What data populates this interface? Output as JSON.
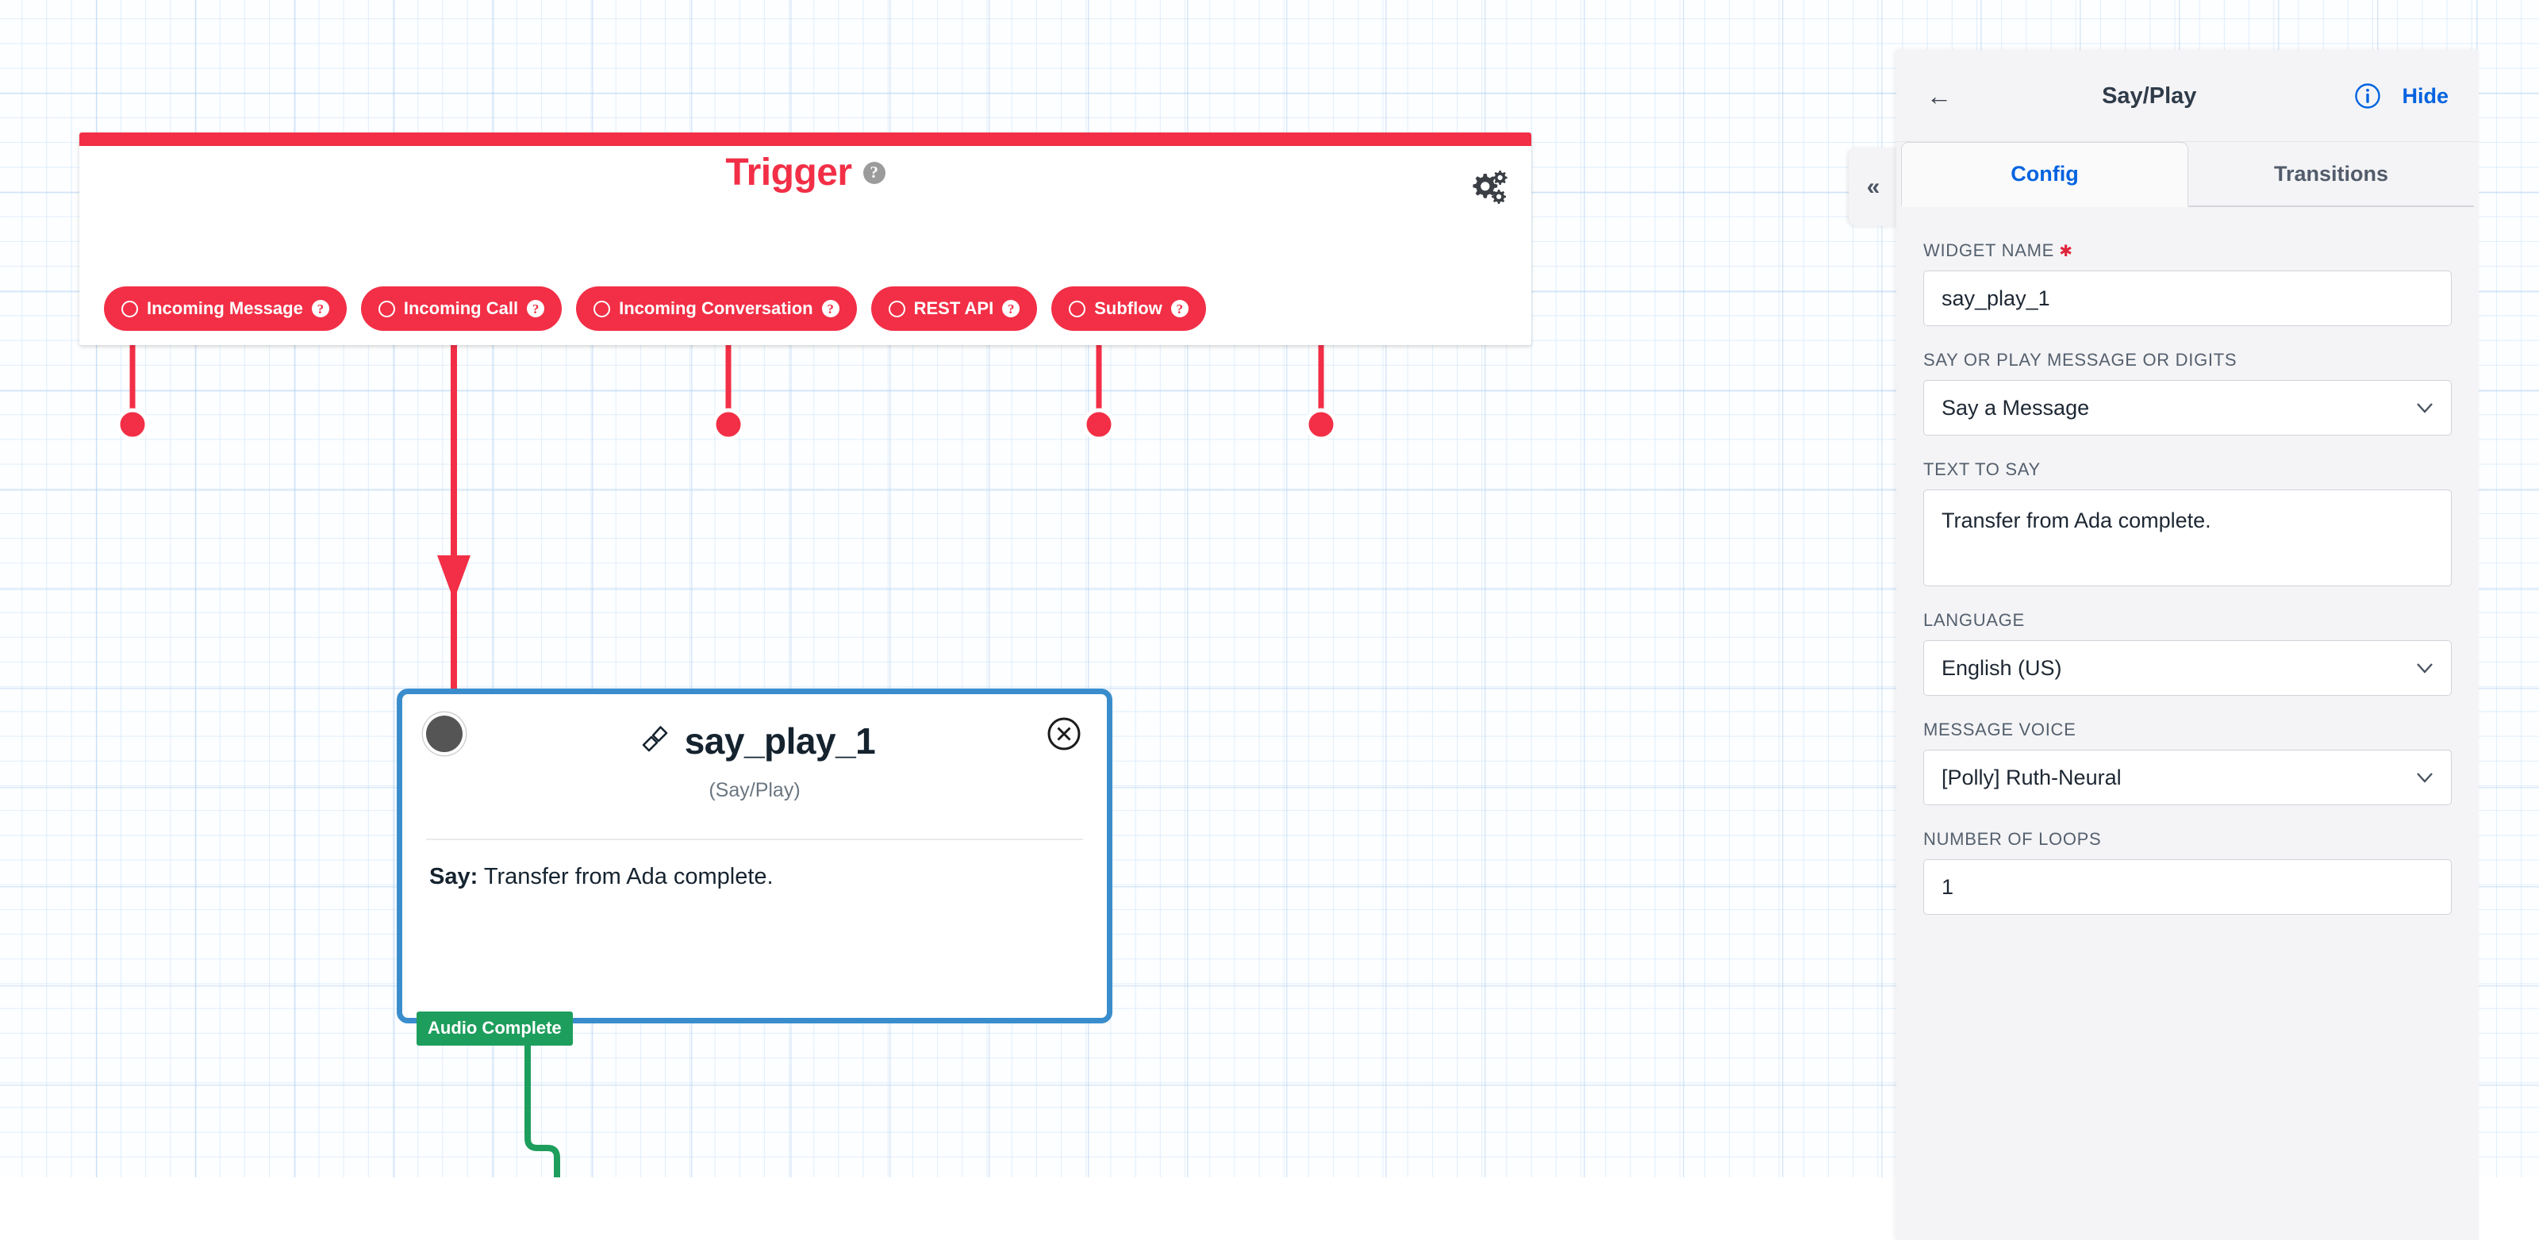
{
  "canvas": {
    "trigger_card": {
      "title": "Trigger",
      "help_glyph": "?",
      "settings_icon": "gears-icon",
      "pills": [
        {
          "label": "Incoming Message",
          "help": "?"
        },
        {
          "label": "Incoming Call",
          "help": "?"
        },
        {
          "label": "Incoming Conversation",
          "help": "?"
        },
        {
          "label": "REST API",
          "help": "?"
        },
        {
          "label": "Subflow",
          "help": "?"
        }
      ]
    },
    "widget_node": {
      "title": "say_play_1",
      "type_label": "(Say/Play)",
      "body_label": "Say:",
      "body_text": "Transfer from Ada complete.",
      "transition_label": "Audio Complete",
      "icon": "phone-handset-icon",
      "close_icon": "close-circle-icon"
    }
  },
  "panel": {
    "back_icon": "←",
    "title": "Say/Play",
    "info_icon": "info-circle-icon",
    "hide_label": "Hide",
    "collapse_icon": "«",
    "tabs": [
      {
        "label": "Config",
        "active": true
      },
      {
        "label": "Transitions",
        "active": false
      }
    ],
    "fields": [
      {
        "label": "WIDGET NAME",
        "required": true,
        "value": "say_play_1",
        "control": "input"
      },
      {
        "label": "SAY OR PLAY MESSAGE OR DIGITS",
        "required": false,
        "value": "Say a Message",
        "control": "select"
      },
      {
        "label": "TEXT TO SAY",
        "required": false,
        "value": "Transfer from Ada complete.",
        "control": "textarea"
      },
      {
        "label": "LANGUAGE",
        "required": false,
        "value": "English (US)",
        "control": "select"
      },
      {
        "label": "MESSAGE VOICE",
        "required": false,
        "value": "[Polly] Ruth-Neural",
        "control": "select"
      },
      {
        "label": "NUMBER OF LOOPS",
        "required": false,
        "value": "1",
        "control": "input"
      }
    ]
  },
  "colors": {
    "trigger_red": "#f22f46",
    "node_border_blue": "#3a8dcc",
    "transition_green": "#1e9e5d",
    "link_blue": "#0263e0"
  }
}
